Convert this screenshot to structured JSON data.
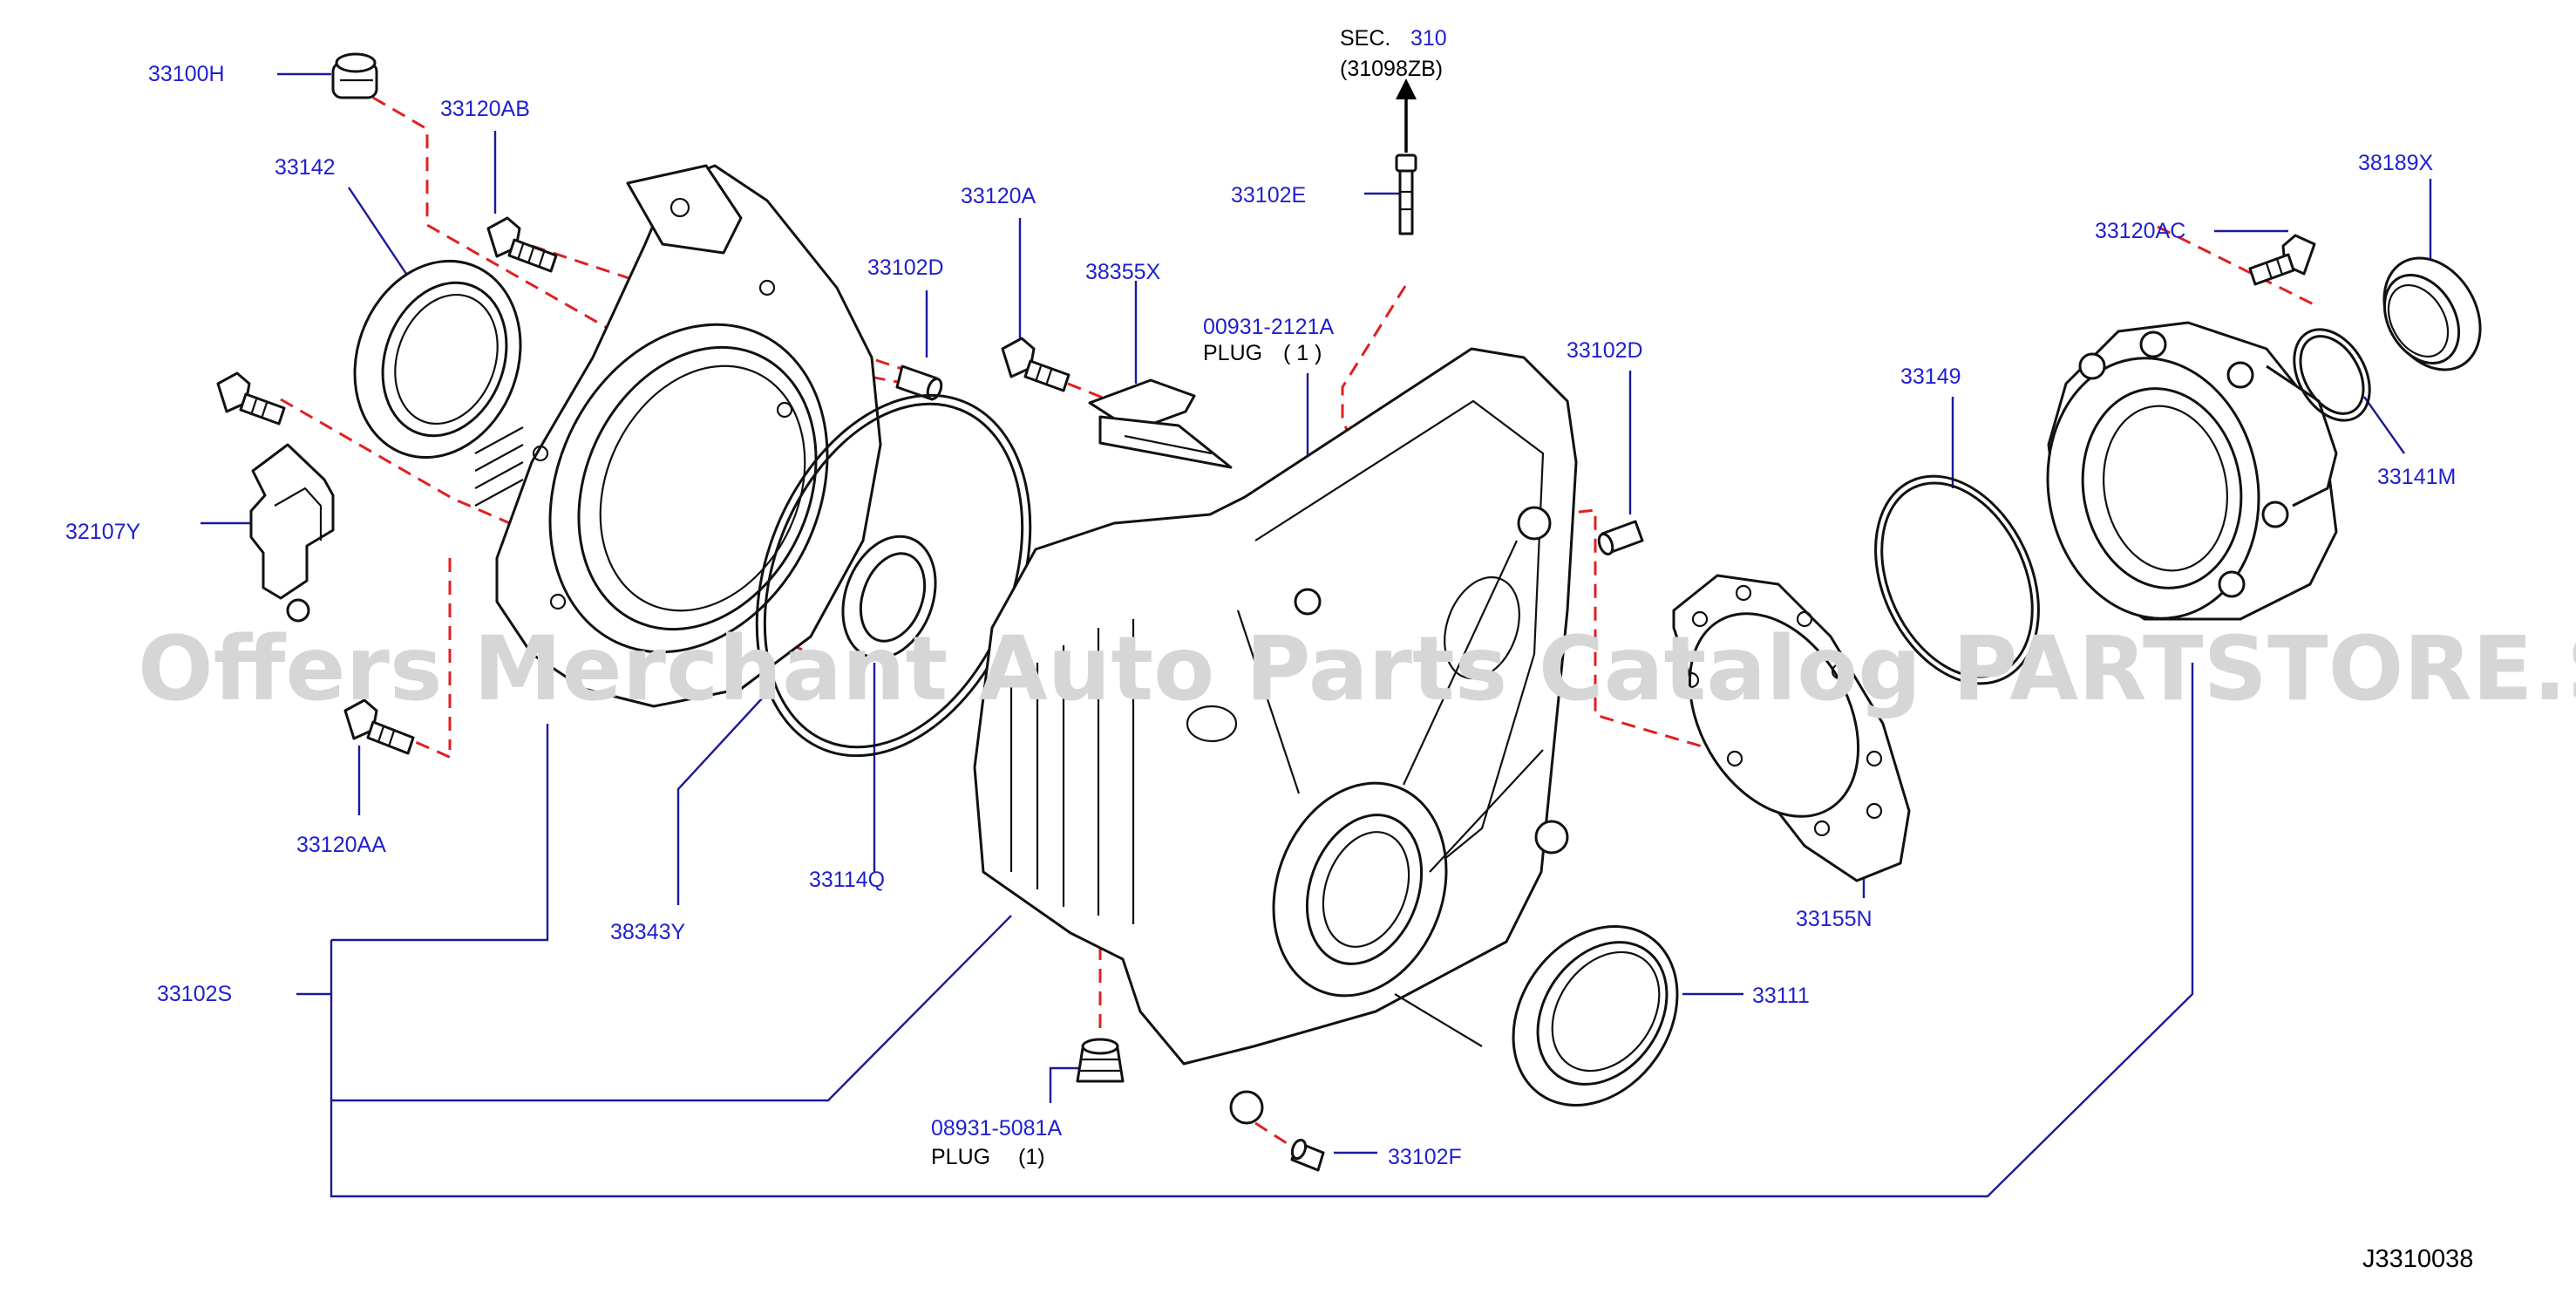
{
  "colors": {
    "label": "#1f1fd0",
    "leader": "#1a1a9a",
    "dashed_guide": "#e02020",
    "watermark": "#d6d6d6",
    "outline": "#111111"
  },
  "watermark": "Offers Merchant Auto Parts Catalog PARTSTORE.SA",
  "diagram_id": "J3310038",
  "sec_ref": {
    "prefix": "SEC.",
    "number": "310",
    "code": "(31098ZB)"
  },
  "labels": {
    "p33100H": "33100H",
    "p33120AB": "33120AB",
    "p33142": "33142",
    "p32107Y": "32107Y",
    "p33120AA": "33120AA",
    "p33102S": "33102S",
    "p38343Y": "38343Y",
    "p33114Q": "33114Q",
    "p33102D_a": "33102D",
    "p33120A": "33120A",
    "p38355X": "38355X",
    "p33102E": "33102E",
    "p00931": "00931-2121A",
    "plug1": "PLUG",
    "plug1_qty": "( 1 )",
    "p33102D_b": "33102D",
    "p33149": "33149",
    "p33120AC": "33120AC",
    "p38189X": "38189X",
    "p33141M": "33141M",
    "p33155N": "33155N",
    "p33111": "33111",
    "p33102F": "33102F",
    "p08931": "08931-5081A",
    "plug2": "PLUG",
    "plug2_qty": "(1)"
  }
}
